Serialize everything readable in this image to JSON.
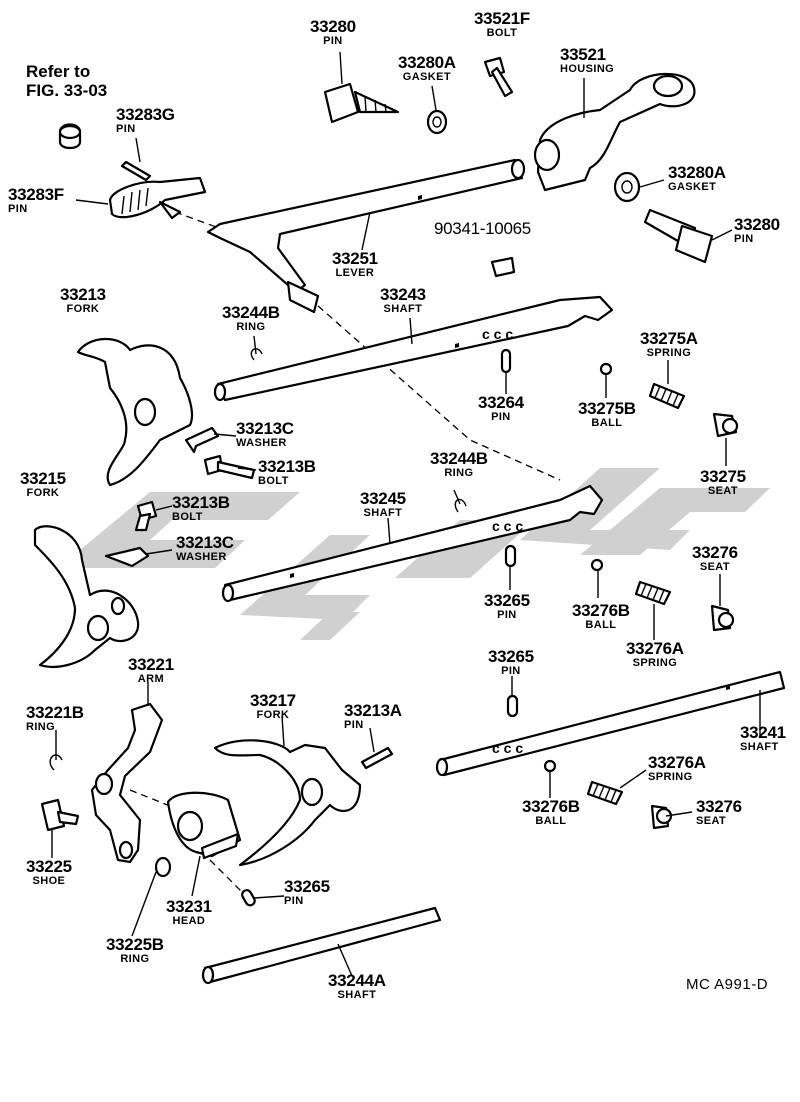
{
  "note": {
    "line1": "Refer to",
    "line2": "FIG. 33-03"
  },
  "catalog_code": "MC A991-D",
  "watermark_color": "#c8c8c8",
  "parts": {
    "p33280_top": {
      "number": "33280",
      "name": "PIN"
    },
    "p33521F": {
      "number": "33521F",
      "name": "BOLT"
    },
    "p33280A_top": {
      "number": "33280A",
      "name": "GASKET"
    },
    "p33521": {
      "number": "33521",
      "name": "HOUSING"
    },
    "p33283G": {
      "number": "33283G",
      "name": "PIN"
    },
    "p33283F": {
      "number": "33283F",
      "name": "PIN"
    },
    "p33280A_r": {
      "number": "33280A",
      "name": "GASKET"
    },
    "p33280_r": {
      "number": "33280",
      "name": "PIN"
    },
    "p90341": {
      "number": "90341-10065",
      "name": ""
    },
    "p33251": {
      "number": "33251",
      "name": "LEVER"
    },
    "p33213": {
      "number": "33213",
      "name": "FORK"
    },
    "p33244B_1": {
      "number": "33244B",
      "name": "RING"
    },
    "p33243": {
      "number": "33243",
      "name": "SHAFT"
    },
    "p33275A": {
      "number": "33275A",
      "name": "SPRING"
    },
    "p33264": {
      "number": "33264",
      "name": "PIN"
    },
    "p33275B": {
      "number": "33275B",
      "name": "BALL"
    },
    "p33213C_1": {
      "number": "33213C",
      "name": "WASHER"
    },
    "p33213B_1": {
      "number": "33213B",
      "name": "BOLT"
    },
    "p33275": {
      "number": "33275",
      "name": "SEAT"
    },
    "p33215": {
      "number": "33215",
      "name": "FORK"
    },
    "p33244B_2": {
      "number": "33244B",
      "name": "RING"
    },
    "p33213B_2": {
      "number": "33213B",
      "name": "BOLT"
    },
    "p33245": {
      "number": "33245",
      "name": "SHAFT"
    },
    "p33213C_2": {
      "number": "33213C",
      "name": "WASHER"
    },
    "p33276_1": {
      "number": "33276",
      "name": "SEAT"
    },
    "p33265_1": {
      "number": "33265",
      "name": "PIN"
    },
    "p33276B_1": {
      "number": "33276B",
      "name": "BALL"
    },
    "p33276A_1": {
      "number": "33276A",
      "name": "SPRING"
    },
    "p33265_2": {
      "number": "33265",
      "name": "PIN"
    },
    "p33221": {
      "number": "33221",
      "name": "ARM"
    },
    "p33217": {
      "number": "33217",
      "name": "FORK"
    },
    "p33213A": {
      "number": "33213A",
      "name": "PIN"
    },
    "p33221B": {
      "number": "33221B",
      "name": "RING"
    },
    "p33241": {
      "number": "33241",
      "name": "SHAFT"
    },
    "p33276A_2": {
      "number": "33276A",
      "name": "SPRING"
    },
    "p33276B_2": {
      "number": "33276B",
      "name": "BALL"
    },
    "p33276_2": {
      "number": "33276",
      "name": "SEAT"
    },
    "p33225": {
      "number": "33225",
      "name": "SHOE"
    },
    "p33231": {
      "number": "33231",
      "name": "HEAD"
    },
    "p33265_3": {
      "number": "33265",
      "name": "PIN"
    },
    "p33225B": {
      "number": "33225B",
      "name": "RING"
    },
    "p33244A": {
      "number": "33244A",
      "name": "SHAFT"
    }
  }
}
